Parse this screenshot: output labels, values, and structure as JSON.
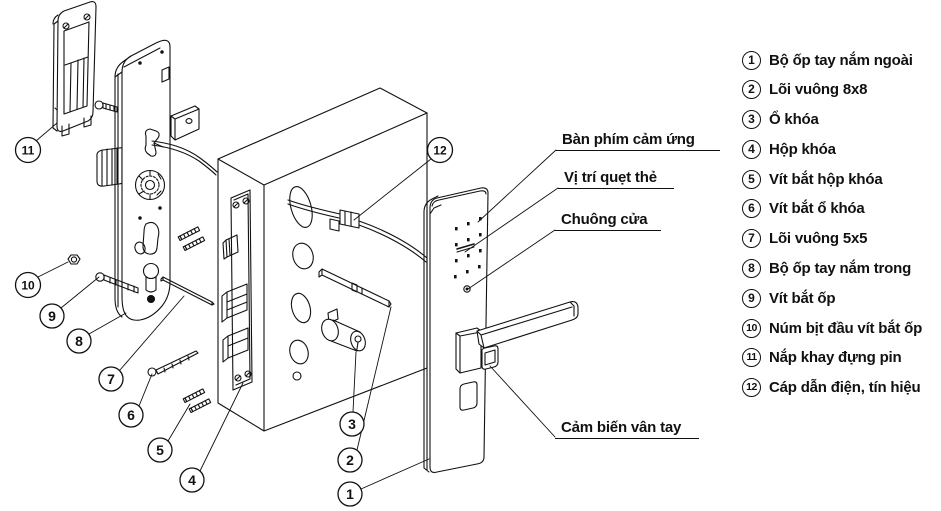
{
  "title": "Smart lock exploded assembly diagram",
  "colors": {
    "line": "#111111",
    "background": "#ffffff"
  },
  "diagram": {
    "callouts": [
      "1",
      "2",
      "3",
      "4",
      "5",
      "6",
      "7",
      "8",
      "9",
      "10",
      "11",
      "12"
    ],
    "feature_labels": {
      "keypad": "Bàn phím cảm ứng",
      "card_swipe": "Vị trí quẹt thẻ",
      "doorbell": "Chuông cửa",
      "fingerprint": "Cảm biến vân tay"
    }
  },
  "legend": {
    "items": [
      {
        "num": "1",
        "label": "Bộ ốp tay nắm ngoài"
      },
      {
        "num": "2",
        "label": "Lõi vuông 8x8"
      },
      {
        "num": "3",
        "label": "Ổ khóa"
      },
      {
        "num": "4",
        "label": "Hộp khóa"
      },
      {
        "num": "5",
        "label": "Vít bắt hộp khóa"
      },
      {
        "num": "6",
        "label": "Vít bắt ổ khóa"
      },
      {
        "num": "7",
        "label": "Lõi vuông 5x5"
      },
      {
        "num": "8",
        "label": "Bộ ốp tay nắm trong"
      },
      {
        "num": "9",
        "label": "Vít bắt ốp"
      },
      {
        "num": "10",
        "label": "Núm bịt đầu vít bắt ốp"
      },
      {
        "num": "11",
        "label": "Nắp khay đựng pin"
      },
      {
        "num": "12",
        "label": "Cáp dẫn điện, tín hiệu"
      }
    ]
  }
}
